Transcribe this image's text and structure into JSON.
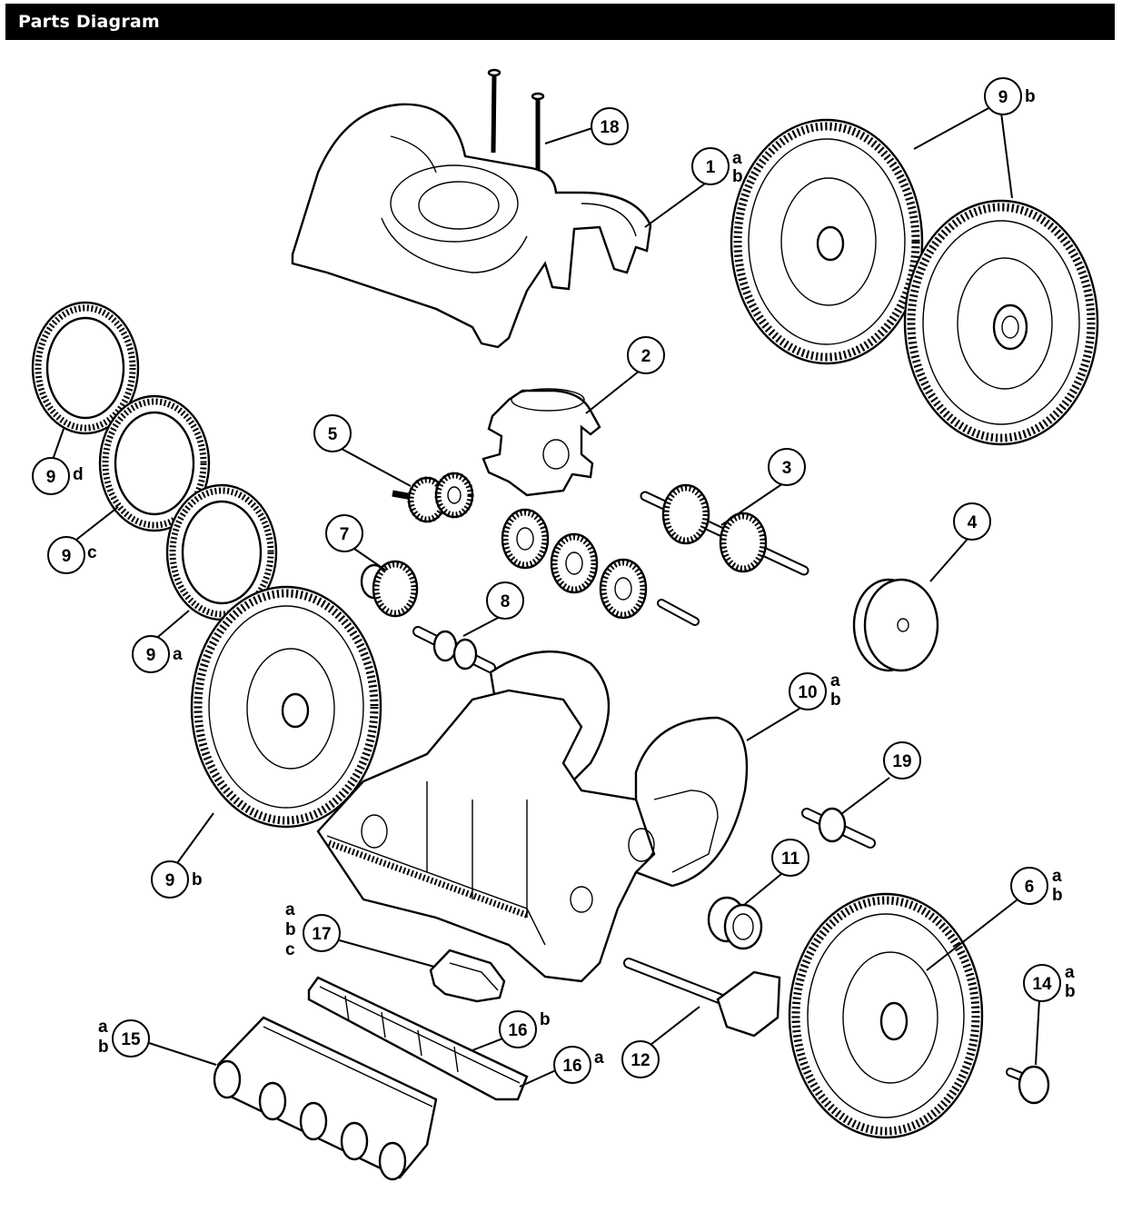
{
  "header": {
    "title": "Parts Diagram"
  },
  "colors": {
    "header_bg": "#000000",
    "header_text": "#ffffff",
    "line": "#000000"
  },
  "callouts": [
    {
      "id": "c18",
      "number": "18",
      "suffix": ""
    },
    {
      "id": "c1",
      "number": "1",
      "suffix": "a\nb"
    },
    {
      "id": "c9b-top",
      "number": "9",
      "suffix": "b"
    },
    {
      "id": "c2",
      "number": "2",
      "suffix": ""
    },
    {
      "id": "c5",
      "number": "5",
      "suffix": ""
    },
    {
      "id": "c3",
      "number": "3",
      "suffix": ""
    },
    {
      "id": "c4",
      "number": "4",
      "suffix": ""
    },
    {
      "id": "c7",
      "number": "7",
      "suffix": ""
    },
    {
      "id": "c8",
      "number": "8",
      "suffix": ""
    },
    {
      "id": "c9d",
      "number": "9",
      "suffix": "d"
    },
    {
      "id": "c9c",
      "number": "9",
      "suffix": "c"
    },
    {
      "id": "c9a",
      "number": "9",
      "suffix": "a"
    },
    {
      "id": "c10",
      "number": "10",
      "suffix": "a\nb"
    },
    {
      "id": "c19",
      "number": "19",
      "suffix": ""
    },
    {
      "id": "c11",
      "number": "11",
      "suffix": ""
    },
    {
      "id": "c6",
      "number": "6",
      "suffix": "a\nb"
    },
    {
      "id": "c9b-bottom",
      "number": "9",
      "suffix": "b"
    },
    {
      "id": "c17",
      "number": "17",
      "suffix": "a\nb\nc"
    },
    {
      "id": "c16b",
      "number": "16",
      "suffix": "b"
    },
    {
      "id": "c16a",
      "number": "16",
      "suffix": "a"
    },
    {
      "id": "c12",
      "number": "12",
      "suffix": ""
    },
    {
      "id": "c14",
      "number": "14",
      "suffix": "a\nb"
    },
    {
      "id": "c15",
      "number": "15",
      "suffix": "a\nb"
    }
  ],
  "labels": {
    "s1a": "a",
    "s1b": "b",
    "s9btop": "b",
    "s9d": "d",
    "s9c": "c",
    "s9a": "a",
    "s10a": "a",
    "s10b": "b",
    "s6a": "a",
    "s6b": "b",
    "s9bbot": "b",
    "s17a": "a",
    "s17b": "b",
    "s17c": "c",
    "s16b": "b",
    "s16a": "a",
    "s14a": "a",
    "s14b": "b",
    "s15a": "a",
    "s15b": "b",
    "n18": "18",
    "n1": "1",
    "n9btop": "9",
    "n2": "2",
    "n5": "5",
    "n3": "3",
    "n4": "4",
    "n7": "7",
    "n8": "8",
    "n9d": "9",
    "n9c": "9",
    "n9a": "9",
    "n10": "10",
    "n19": "19",
    "n11": "11",
    "n6": "6",
    "n9bbot": "9",
    "n17": "17",
    "n16b": "16",
    "n16a": "16",
    "n12": "12",
    "n14": "14",
    "n15": "15"
  }
}
